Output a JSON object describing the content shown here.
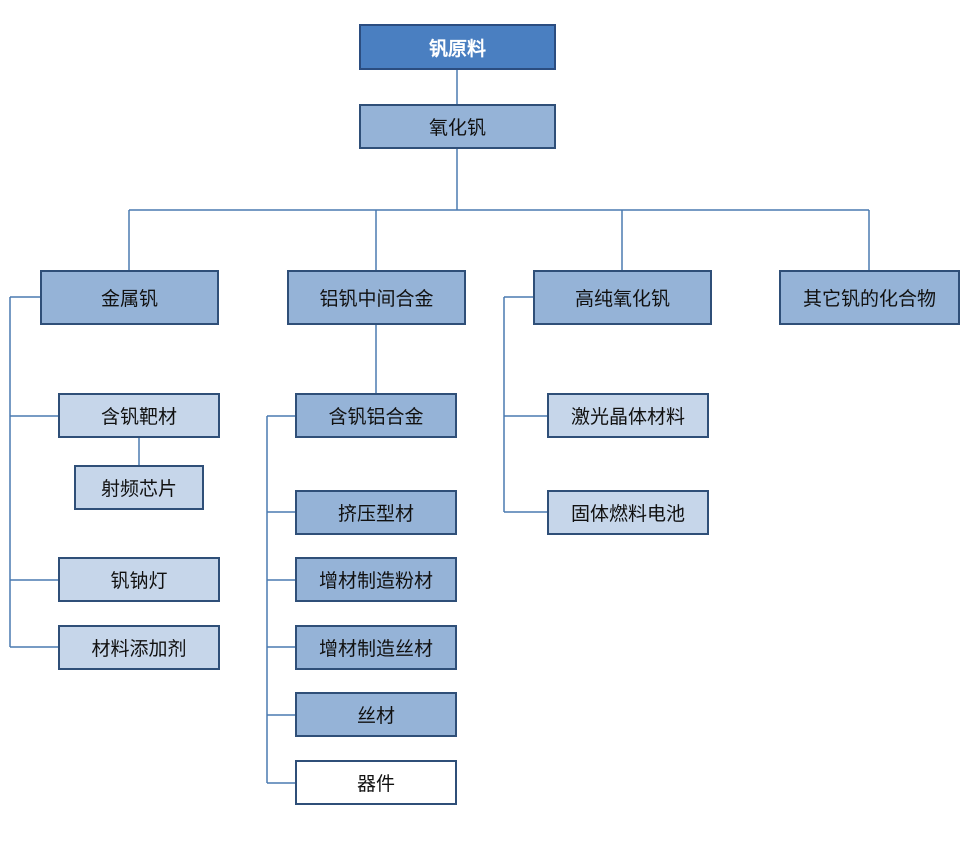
{
  "nodes": {
    "root": "钒原料",
    "oxide": "氧化钒",
    "metal": "金属钒",
    "al_alloy": "铝钒中间合金",
    "hp_oxide": "高纯氧化钒",
    "other_compounds": "其它钒的化合物",
    "target": "含钒靶材",
    "rf_chip": "射频芯片",
    "sodium_lamp": "钒钠灯",
    "additive": "材料添加剂",
    "v_al_alloy": "含钒铝合金",
    "extrusion": "挤压型材",
    "am_powder": "增材制造粉材",
    "am_wire": "增材制造丝材",
    "wire": "丝材",
    "device": "器件",
    "laser_crystal": "激光晶体材料",
    "sofc": "固体燃料电池"
  },
  "colors": {
    "root_fill": "#4a7fc1",
    "main_fill": "#95b3d7",
    "light_fill": "#c6d6ea",
    "white_fill": "#ffffff",
    "border": "#2f4f78",
    "connector": "#4a7ab0"
  }
}
